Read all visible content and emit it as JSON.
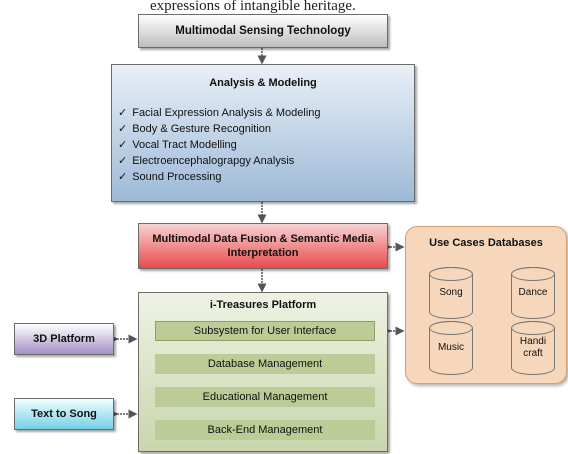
{
  "header_text": "expressions of intangible heritage.",
  "sensing": {
    "label": "Multimodal Sensing Technology"
  },
  "analysis": {
    "title": "Analysis & Modeling",
    "items": [
      "Facial Expression Analysis & Modeling",
      "Body & Gesture Recognition",
      "Vocal Tract Modelling",
      "Electroencephalograpgy Analysis",
      "Sound Processing"
    ]
  },
  "fusion": {
    "label": "Multimodal Data Fusion & Semantic Media Interpretation"
  },
  "platform": {
    "title": "i-Treasures Platform",
    "subsystems": [
      "Subsystem for User Interface",
      "Database Management",
      "Educational Management",
      "Back-End Management"
    ]
  },
  "use_cases": {
    "title": "Use Cases Databases",
    "databases": [
      "Song",
      "Dance",
      "Music",
      "Handi craft"
    ]
  },
  "external": {
    "three_d": "3D Platform",
    "text_to_song": "Text to Song"
  },
  "colors": {
    "sensing": "#bdbdbd",
    "analysis": "#9dbad7",
    "fusion": "#ea4a4a",
    "platform": "#c9d6ad",
    "use_cases": "#f6d7bc",
    "three_d": "#a490c4",
    "text_to_song": "#74d0e6"
  }
}
